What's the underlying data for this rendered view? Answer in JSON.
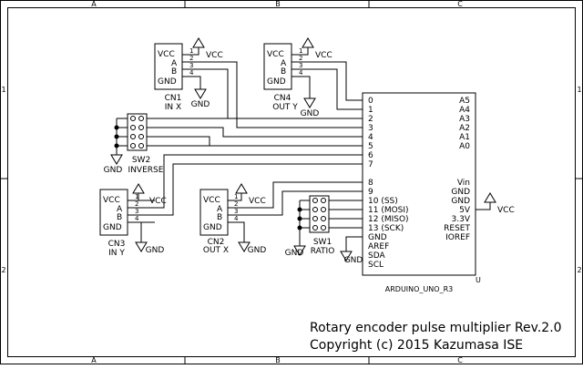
{
  "frame": {
    "columns": [
      "A",
      "B",
      "C"
    ],
    "rows": [
      "1",
      "2"
    ]
  },
  "connectors": {
    "cn1": {
      "ref": "CN1",
      "name": "IN X",
      "pins": [
        "VCC",
        "A",
        "B",
        "GND"
      ],
      "pin_numbers": [
        "1",
        "2",
        "3",
        "4"
      ]
    },
    "cn4": {
      "ref": "CN4",
      "name": "OUT Y",
      "pins": [
        "VCC",
        "A",
        "B",
        "GND"
      ],
      "pin_numbers": [
        "1",
        "2",
        "3",
        "4"
      ]
    },
    "cn3": {
      "ref": "CN3",
      "name": "IN Y",
      "pins": [
        "VCC",
        "A",
        "B",
        "GND"
      ],
      "pin_numbers": [
        "1",
        "2",
        "3",
        "4"
      ]
    },
    "cn2": {
      "ref": "CN2",
      "name": "OUT X",
      "pins": [
        "VCC",
        "A",
        "B",
        "GND"
      ],
      "pin_numbers": [
        "1",
        "2",
        "3",
        "4"
      ]
    }
  },
  "switches": {
    "sw2": {
      "ref": "SW2",
      "name": "INVERSE"
    },
    "sw1": {
      "ref": "SW1",
      "name": "RATIO"
    }
  },
  "power": {
    "vcc": "VCC",
    "gnd": "GND"
  },
  "arduino": {
    "ref": "U",
    "name": "ARDUINO_UNO_R3",
    "left_pins": [
      "0",
      "1",
      "2",
      "3",
      "4",
      "5",
      "6",
      "7",
      "8",
      "9",
      "10 (SS)",
      "11 (MOSI)",
      "12 (MISO)",
      "13 (SCK)",
      "GND",
      "AREF",
      "SDA",
      "SCL"
    ],
    "right_pins": [
      "A5",
      "A4",
      "A3",
      "A2",
      "A1",
      "A0",
      "Vin",
      "GND",
      "GND",
      "5V",
      "3.3V",
      "RESET",
      "IOREF"
    ]
  },
  "title_block": {
    "title": "Rotary encoder pulse multiplier Rev.2.0",
    "copyright": "Copyright (c) 2015 Kazumasa ISE"
  }
}
